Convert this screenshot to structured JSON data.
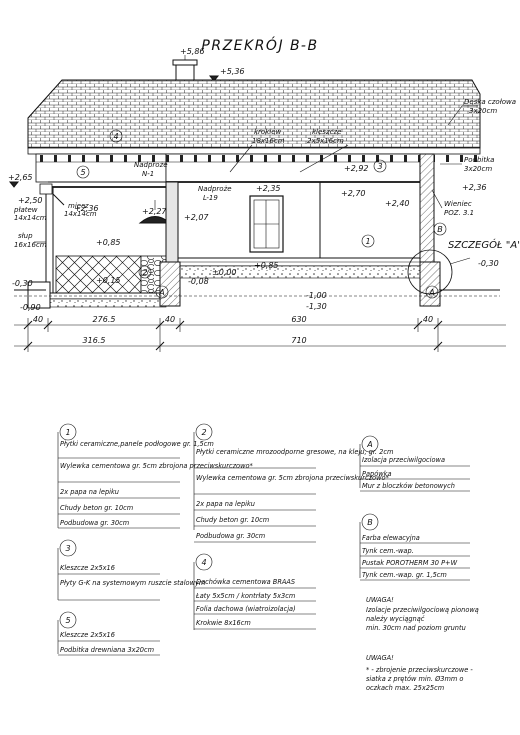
{
  "title": "PRZEKRÓJ B-B",
  "elevations": {
    "chimney_top": "+5,86",
    "ridge": "+5,36",
    "eave_left": "+2,65",
    "wall_top": "+2,92",
    "ceiling_main": "+2,70",
    "ceiling_right": "+2,40",
    "eave_right": "+2,36",
    "porch_beam": "+2,50",
    "porch_ceiling": "+2,36",
    "lintel_porch": "+2,27",
    "lintel_inner": "+2,35",
    "lintel_bottom": "+2,07",
    "window_sill_porch": "+0,85",
    "window_sill_inner": "+0,85",
    "terrace": "+0,15",
    "floor_zero": "±0,00",
    "step": "-0,08",
    "ground_left": "-0,30",
    "ground_right": "-0,30",
    "footing_left": "-0,90",
    "footing_top": "-1,00",
    "footing_bottom": "-1,30"
  },
  "annotations": {
    "deska_czolowa": "Deska czołowa",
    "deska_czolowa_size": "3x20cm",
    "krokiew": "krokiew",
    "krokiew_size": "18x16cm",
    "kleszcze": "kleszcze",
    "kleszcze_size": "2x5x16cm",
    "nadproze_n1": "Nadproże",
    "nadproze_n1_b": "N-1",
    "nadproze_l19": "Nadproże",
    "nadproze_l19_b": "L-19",
    "podbitka": "Podbitka",
    "podbitka_size": "3x20cm",
    "wieniec": "Wieniec",
    "wieniec_b": "POZ. 3.1",
    "platew": "płatew",
    "platew_size": "14x14cm",
    "miecz": "miecz",
    "miecz_size": "14x14cm",
    "slup": "słup",
    "slup_size": "16x16cm",
    "szczegol": "SZCZEGÓŁ \"A\""
  },
  "markers": {
    "m1": "1",
    "m2": "2",
    "m3": "3",
    "m4": "4",
    "m5": "5",
    "mA": "A",
    "mB": "B",
    "mA2": "A"
  },
  "dimensions": {
    "row1": [
      "40",
      "276.5",
      "40",
      "630",
      "40"
    ],
    "row2": [
      "316.5",
      "710"
    ]
  },
  "legend": {
    "l1": {
      "num": "1",
      "items": [
        "Płytki ceramiczne,panele podłogowe gr. 1,5cm",
        "Wylewka cementowa gr. 5cm zbrojona przeciwskurczowo*",
        "2x papa na lepiku",
        "Chudy beton gr. 10cm",
        "Podbudowa gr. 30cm"
      ]
    },
    "l2": {
      "num": "2",
      "items": [
        "Płytki ceramiczne mrozoodporne gresowe, na kleju, gr. 2cm",
        "Wylewka cementowa gr. 5cm zbrojona przeciwskurczowo*",
        "2x papa na lepiku",
        "Chudy beton gr. 10cm",
        "Podbudowa gr. 30cm"
      ]
    },
    "l3": {
      "num": "3",
      "items": [
        "Kleszcze 2x5x16",
        "Płyty G-K na systemowym ruszcie stalowym"
      ]
    },
    "l4": {
      "num": "4",
      "items": [
        "Dachówka cementowa BRAAS",
        "Łaty 5x5cm / kontrłaty 5x3cm",
        "Folia dachowa (wiatroizolacja)",
        "Krokwie 8x16cm"
      ]
    },
    "l5": {
      "num": "5",
      "items": [
        "Kleszcze 2x5x16",
        "Podbitka drewniana 3x20cm"
      ]
    },
    "lA": {
      "num": "A",
      "items": [
        "Izolacja przeciwilgociowa",
        "Papówka",
        "Mur z bloczków betonowych"
      ]
    },
    "lB": {
      "num": "B",
      "items": [
        "Farba elewacyjna",
        "Tynk cem.-wap.",
        "Pustak POROTHERM 30 P+W",
        "Tynk cem.-wap. gr. 1,5cm"
      ]
    }
  },
  "notes": {
    "n1_title": "UWAGA!",
    "n1_lines": [
      "Izolacje przeciwilgociową pionową",
      "należy wyciągnąć",
      "min. 30cm nad poziom gruntu"
    ],
    "n2_title": "UWAGA!",
    "n2_lines": [
      "* - zbrojenie przeciwskurczowe -",
      "siatka z prętów min. Ø3mm o",
      "oczkach max. 25x25cm"
    ]
  }
}
